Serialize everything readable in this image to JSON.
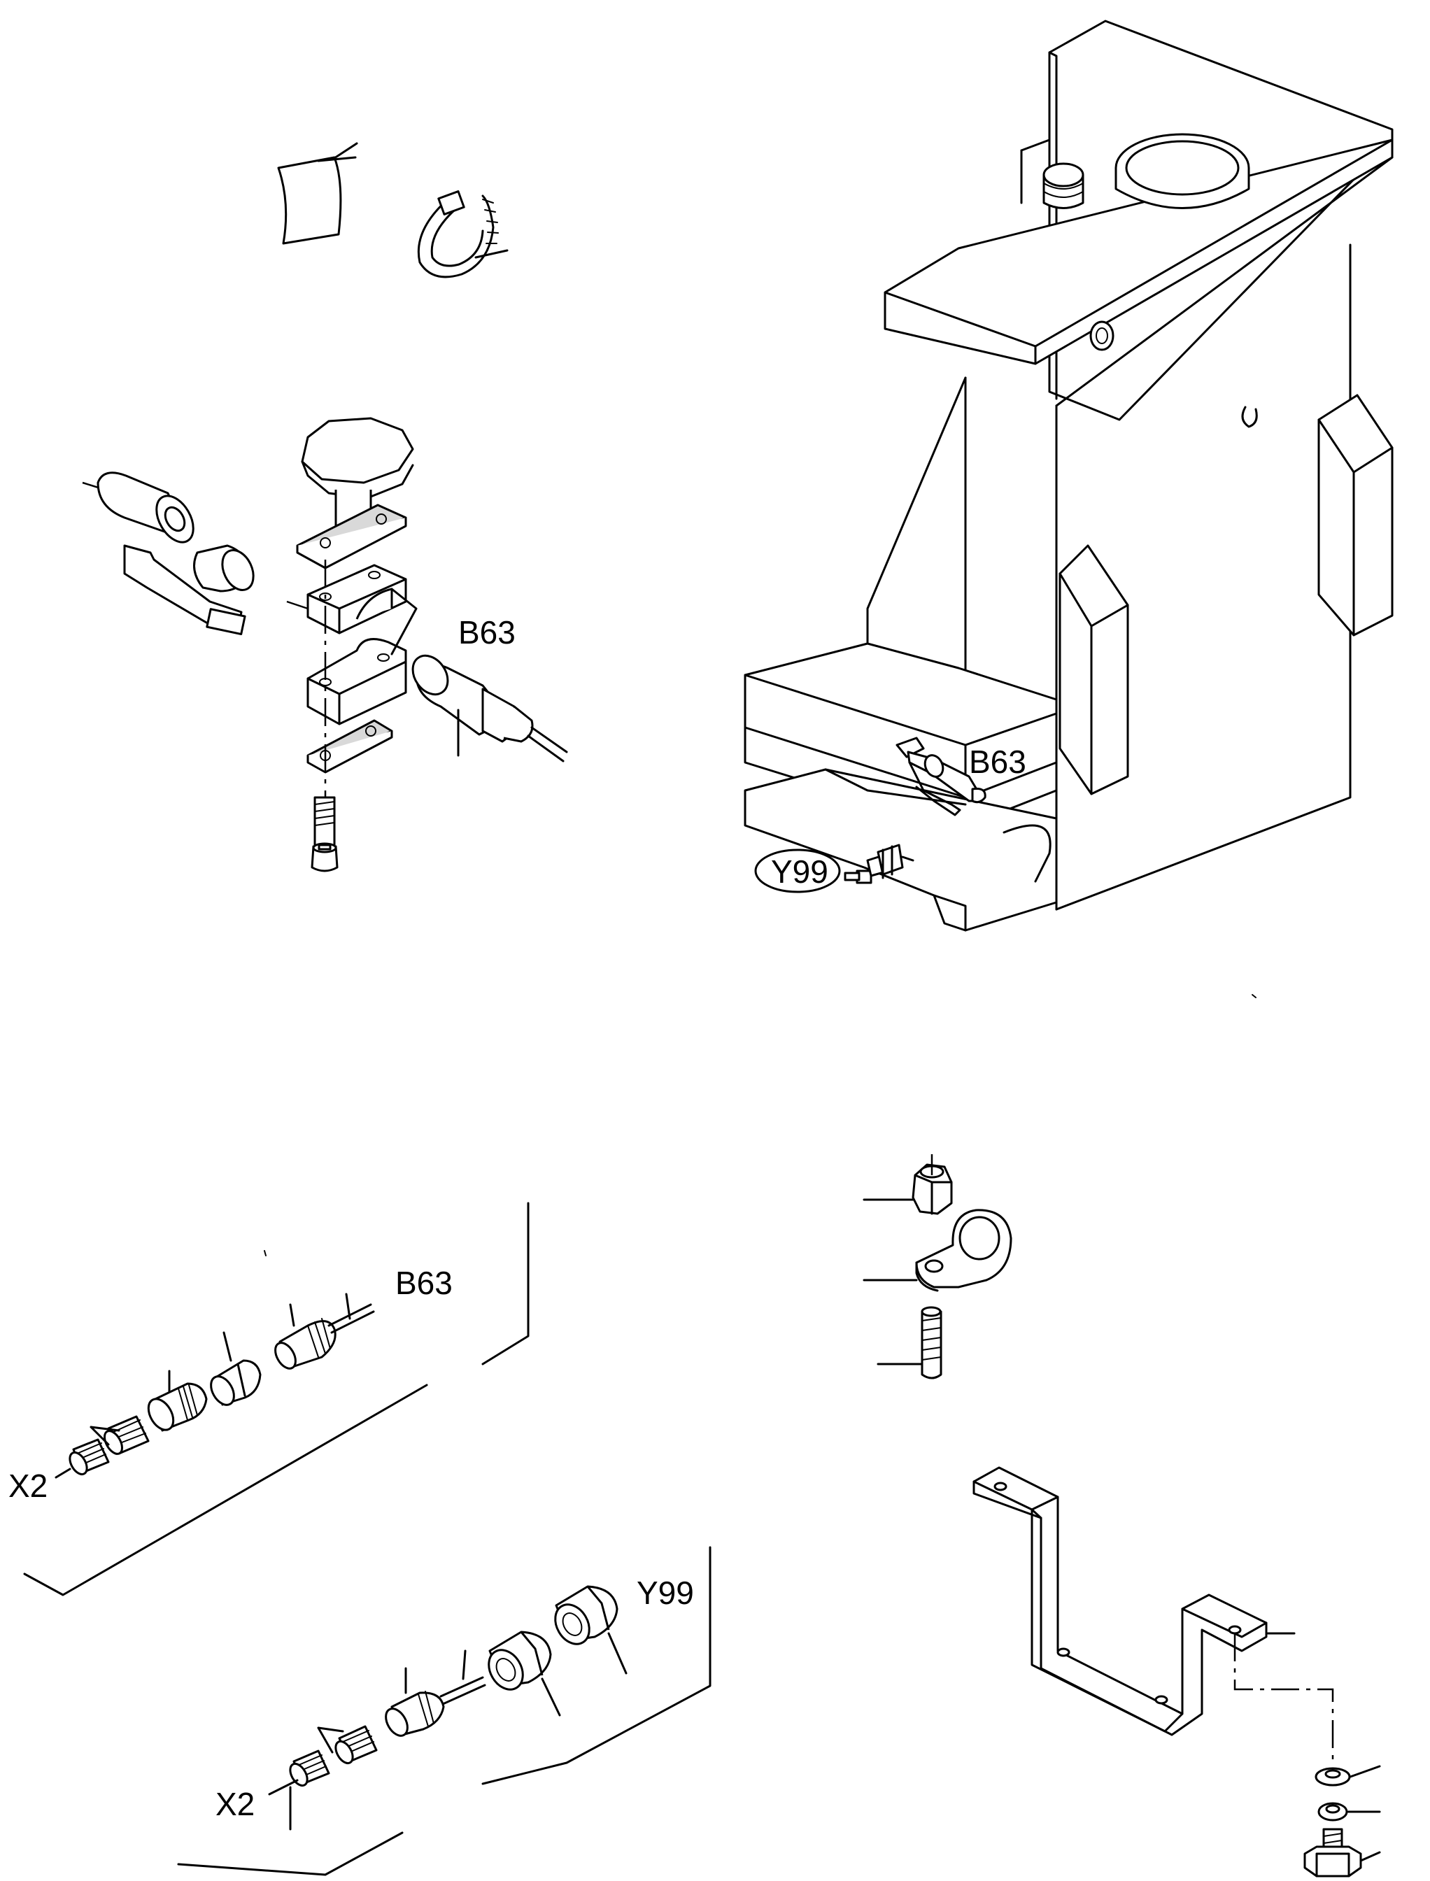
{
  "labels": {
    "b63_top_exploded": "B63",
    "b63_on_machine": "B63",
    "y99_on_machine": "Y99",
    "b63_connector": "B63",
    "x2_upper": "X2",
    "y99_connector": "Y99",
    "x2_lower": "X2"
  }
}
